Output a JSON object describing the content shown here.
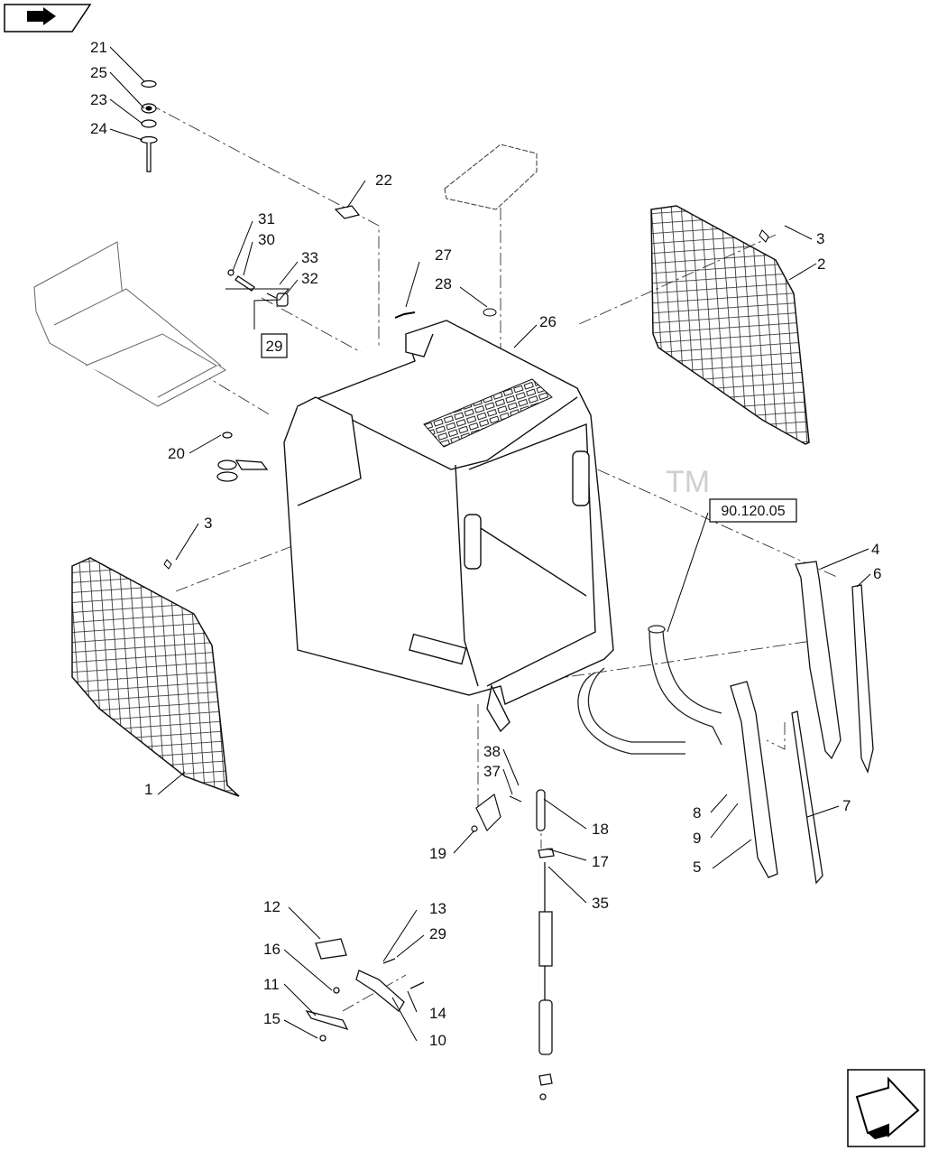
{
  "diagram": {
    "parts": [
      {
        "id": "p1",
        "label": "1"
      },
      {
        "id": "p2",
        "label": "2"
      },
      {
        "id": "p3a",
        "label": "3"
      },
      {
        "id": "p3b",
        "label": "3"
      },
      {
        "id": "p4",
        "label": "4"
      },
      {
        "id": "p5",
        "label": "5"
      },
      {
        "id": "p6",
        "label": "6"
      },
      {
        "id": "p7",
        "label": "7"
      },
      {
        "id": "p8",
        "label": "8"
      },
      {
        "id": "p9",
        "label": "9"
      },
      {
        "id": "p10",
        "label": "10"
      },
      {
        "id": "p11",
        "label": "11"
      },
      {
        "id": "p12",
        "label": "12"
      },
      {
        "id": "p13",
        "label": "13"
      },
      {
        "id": "p14",
        "label": "14"
      },
      {
        "id": "p15",
        "label": "15"
      },
      {
        "id": "p16",
        "label": "16"
      },
      {
        "id": "p17",
        "label": "17"
      },
      {
        "id": "p18",
        "label": "18"
      },
      {
        "id": "p19",
        "label": "19"
      },
      {
        "id": "p20",
        "label": "20"
      },
      {
        "id": "p21",
        "label": "21"
      },
      {
        "id": "p22",
        "label": "22"
      },
      {
        "id": "p23",
        "label": "23"
      },
      {
        "id": "p24",
        "label": "24"
      },
      {
        "id": "p25",
        "label": "25"
      },
      {
        "id": "p26",
        "label": "26"
      },
      {
        "id": "p27",
        "label": "27"
      },
      {
        "id": "p28",
        "label": "28"
      },
      {
        "id": "p29a",
        "label": "29"
      },
      {
        "id": "p29b",
        "label": "29"
      },
      {
        "id": "p30",
        "label": "30"
      },
      {
        "id": "p31",
        "label": "31"
      },
      {
        "id": "p32",
        "label": "32"
      },
      {
        "id": "p33",
        "label": "33"
      },
      {
        "id": "p35",
        "label": "35"
      },
      {
        "id": "p37",
        "label": "37"
      },
      {
        "id": "p38",
        "label": "38"
      }
    ],
    "reference_box": "90.120.05",
    "watermark": "TM",
    "icons": [
      "book-arrow-icon",
      "next-page-arrow-icon"
    ]
  }
}
